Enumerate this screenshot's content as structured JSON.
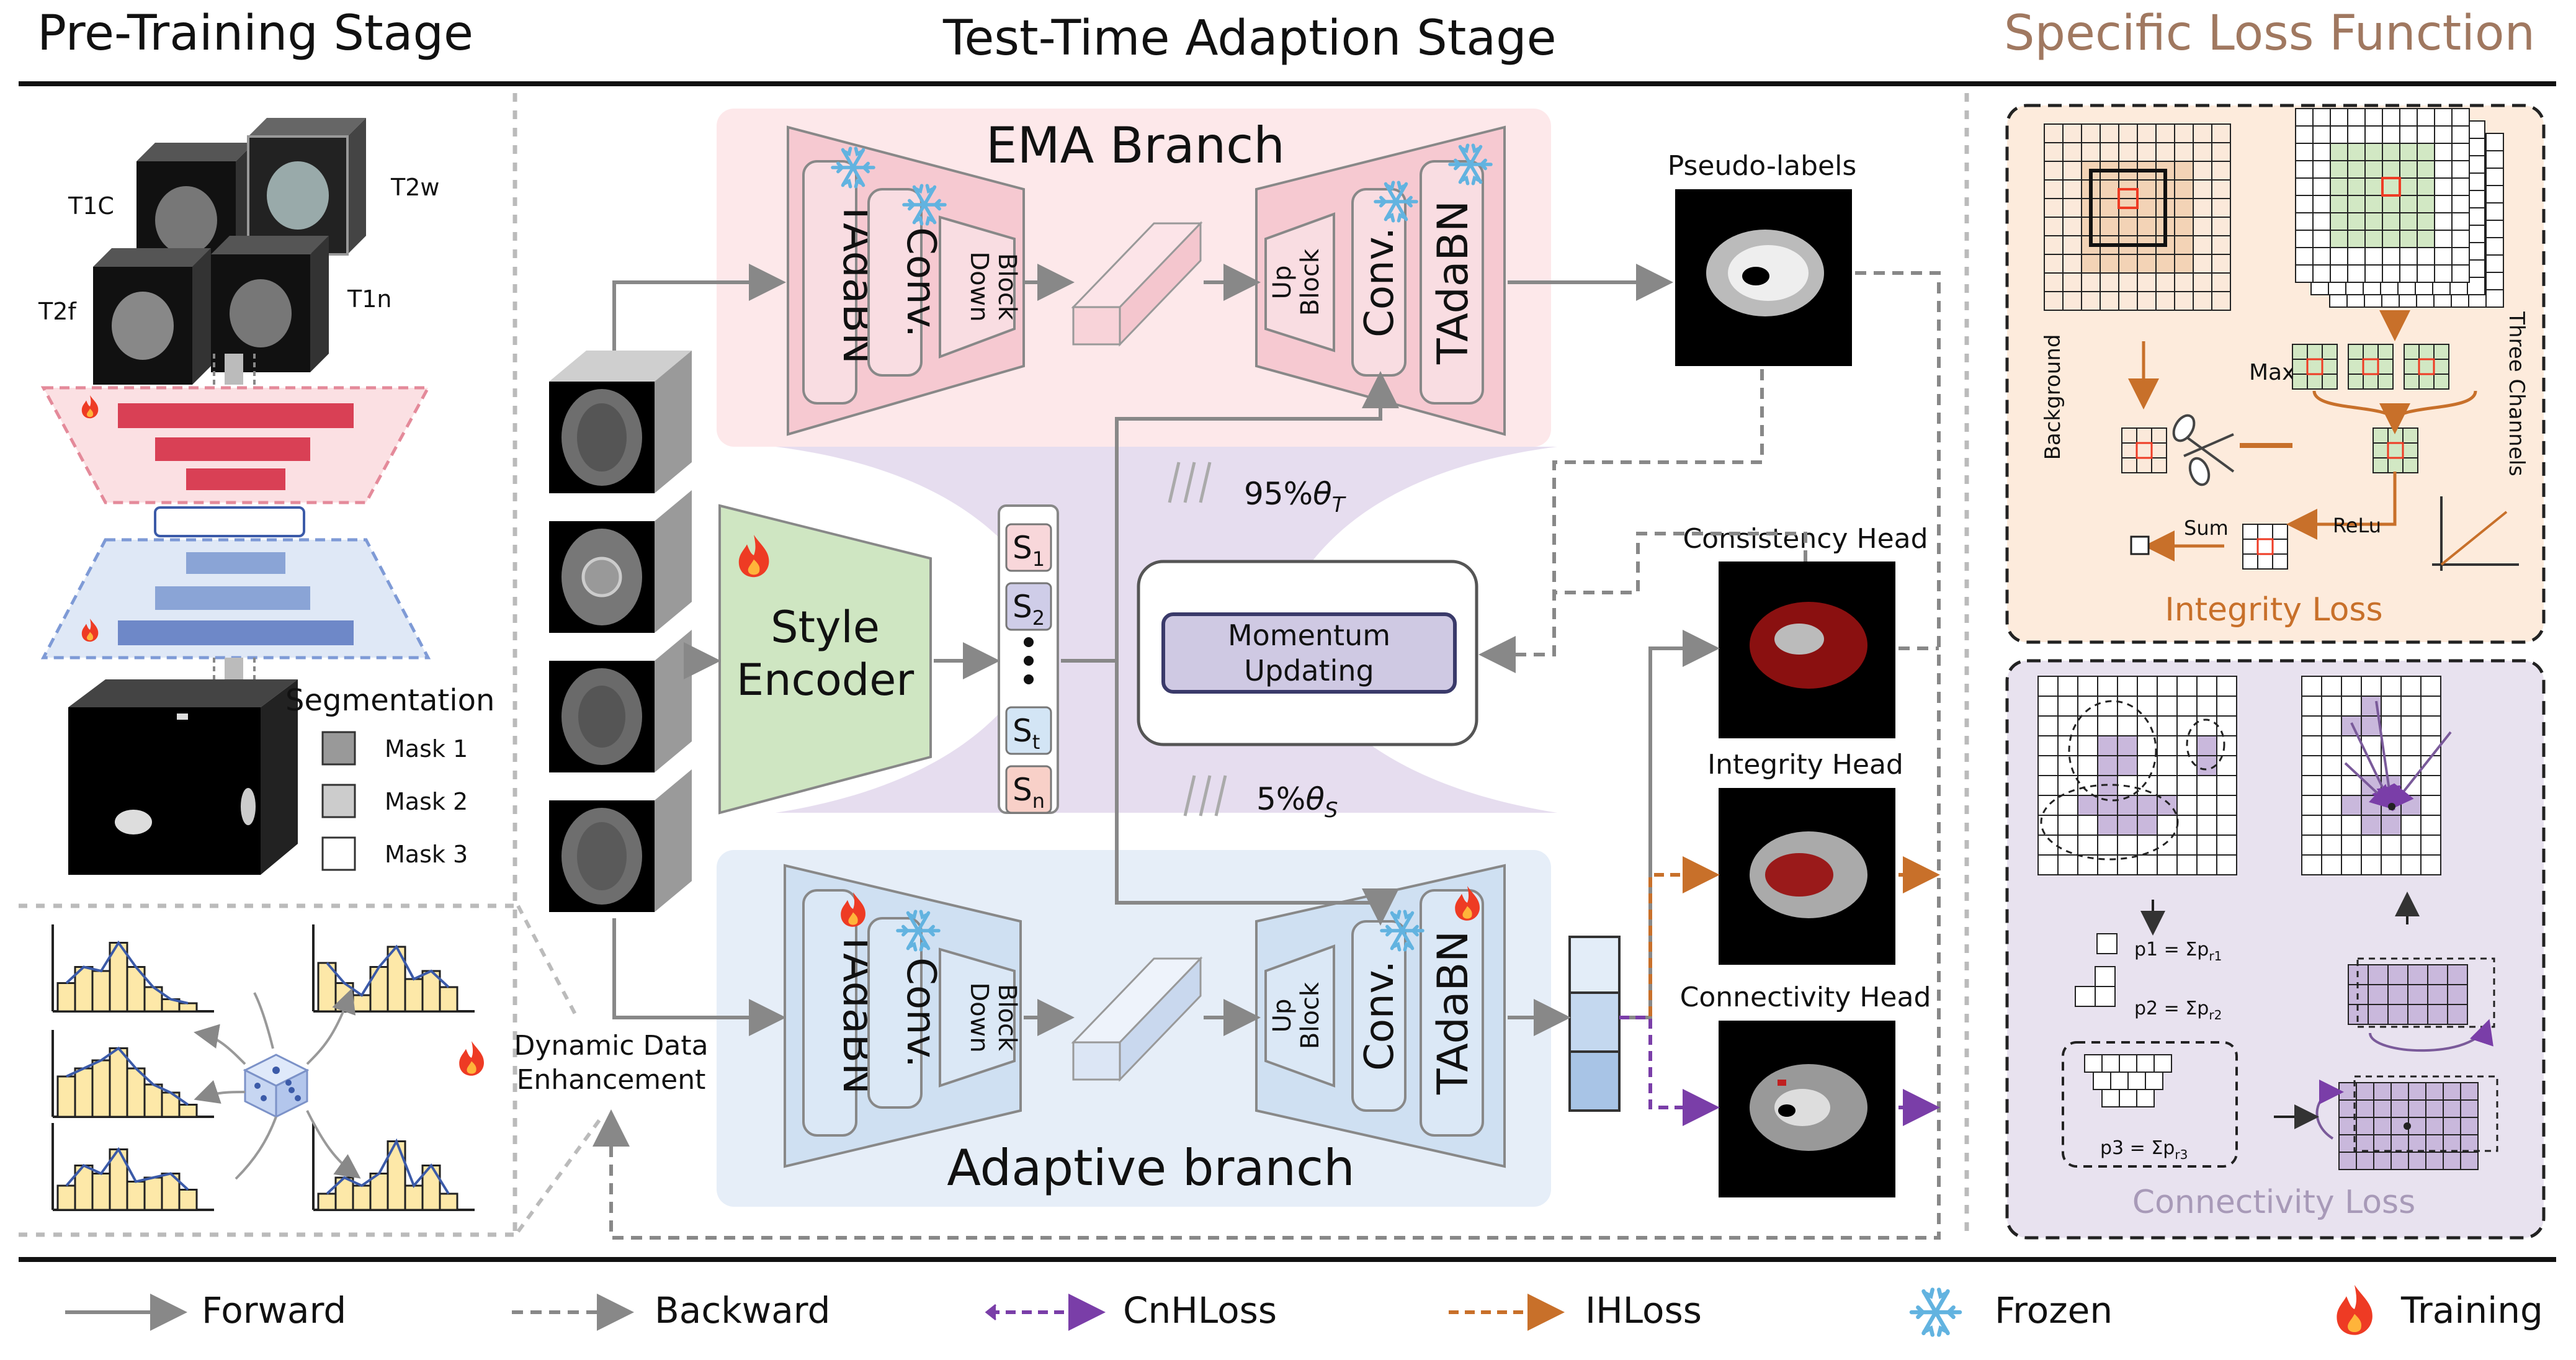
{
  "headers": {
    "pretrain": "Pre-Training Stage",
    "tta": "Test-Time Adaption Stage",
    "loss": "Specific Loss Function"
  },
  "modalities": [
    "T1C",
    "T2w",
    "T2f",
    "T1n"
  ],
  "segmentation": {
    "title": "Segmentation",
    "masks": [
      "Mask 1",
      "Mask 2",
      "Mask 3"
    ]
  },
  "dde": {
    "line1": "Dynamic Data",
    "line2": "Enhancement"
  },
  "ema": {
    "title": "EMA Branch",
    "tadabn": "TAdaBN",
    "conv": "Conv.",
    "down_block": [
      "Down",
      "Block"
    ],
    "up_block": [
      "Up",
      "Block"
    ]
  },
  "adaptive": {
    "title": "Adaptive branch"
  },
  "style_encoder": [
    "Style",
    "Encoder"
  ],
  "style_codes": {
    "letter": "S",
    "subs": [
      "1",
      "2",
      "t",
      "n"
    ],
    "colors": [
      "#f8d7da",
      "#cfcde8",
      "#d3e5f5",
      "#f8d0c8"
    ]
  },
  "momentum": {
    "line1": "Momentum",
    "line2": "Updating"
  },
  "weights": {
    "teacher": "95%",
    "teacher_sym": "θ",
    "teacher_sub": "T",
    "student": "5%",
    "student_sym": "θ",
    "student_sub": "S"
  },
  "heads": {
    "pseudo": "Pseudo-labels",
    "consistency": "Consistency Head",
    "integrity": "Integrity Head",
    "connectivity": "Connectivity Head"
  },
  "integrity_panel": {
    "background": "Background",
    "three_channels": "Three Channels",
    "max": "Max",
    "sum": "Sum",
    "relu": "ReLu",
    "title": "Integrity Loss"
  },
  "connectivity_panel": {
    "p1": "p1 = Σp",
    "p1_sub": "r1",
    "p2": "p2 = Σp",
    "p2_sub": "r2",
    "p3": "p3 = Σp",
    "p3_sub": "r3",
    "title": "Connectivity Loss"
  },
  "legend": {
    "forward": "Forward",
    "backward": "Backward",
    "cnh": "CnHLoss",
    "ih": "IHLoss",
    "frozen": "Frozen",
    "training": "Training"
  },
  "colors": {
    "ema_bg": "#fde8ea",
    "ema_block": "#f6c9d1",
    "adaptive_bg": "#e6eef8",
    "adaptive_block": "#cfe0f2",
    "style": "#cfe6c2",
    "momentum": "#cfc9e3",
    "integrity_bg": "#fdebdc",
    "connectivity_bg": "#e8e2ef",
    "forward": "#888888",
    "ih": "#c8702a",
    "cnh": "#7a3ea8",
    "fire": "#ee3b24",
    "frozen": "#62b3e0"
  }
}
